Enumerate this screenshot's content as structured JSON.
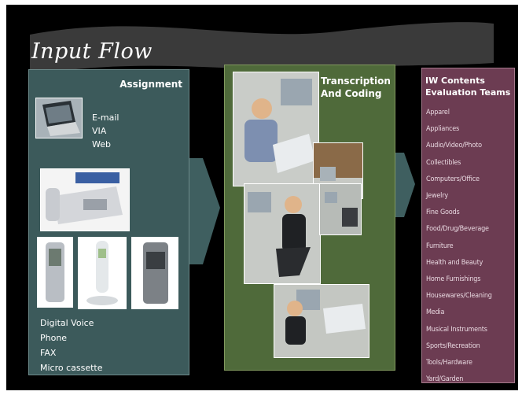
{
  "title": "Input Flow",
  "assignment": {
    "heading": "Assignment",
    "electronic": [
      "E-mail",
      "VIA",
      "Web"
    ],
    "devices": [
      "Digital Voice",
      "Phone",
      "FAX",
      "Micro cassette"
    ]
  },
  "transcription": {
    "heading_line1": "Transcription",
    "heading_line2": "And Coding"
  },
  "evaluation": {
    "heading_line1": "IW Contents",
    "heading_line2": "Evaluation Teams",
    "teams": [
      "Apparel",
      "Appliances",
      "Audio/Video/Photo",
      "Collectibles",
      "Computers/Office",
      "Jewelry",
      "Fine Goods",
      "Food/Drug/Beverage",
      "Furniture",
      "Health and Beauty",
      "Home Furnishings",
      "Housewares/Cleaning",
      "Media",
      "Musical Instruments",
      "Sports/Recreation",
      "Tools/Hardware",
      "Yard/Garden"
    ]
  },
  "colors": {
    "assignment_panel": "#3c5a5b",
    "transcription_panel": "#4f6a3a",
    "evaluation_panel": "#6c3c52",
    "arrow": "#3f5f60",
    "band": "#3a3a3a"
  }
}
